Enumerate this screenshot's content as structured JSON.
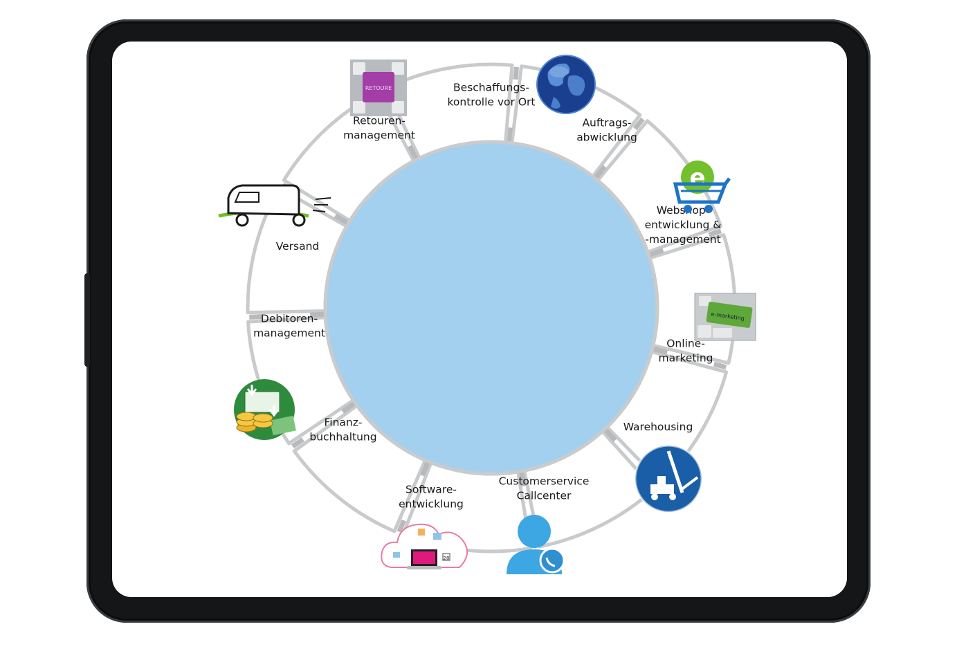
{
  "diagram": {
    "segments": [
      {
        "id": "beschaffung",
        "lines": [
          "Beschaffungs-",
          "kontrolle vor Ort"
        ],
        "icon": "globe-icon"
      },
      {
        "id": "auftrag",
        "lines": [
          "Auftrags-",
          "abwicklung"
        ],
        "icon": ""
      },
      {
        "id": "webshop",
        "lines": [
          "Webshop-",
          "entwicklung &",
          "-management"
        ],
        "icon": "shopping-cart-icon"
      },
      {
        "id": "online",
        "lines": [
          "Online-",
          "marketing"
        ],
        "icon": "e-marketing-key-icon"
      },
      {
        "id": "warehousing",
        "lines": [
          "Warehousing"
        ],
        "icon": "forklift-icon"
      },
      {
        "id": "customer",
        "lines": [
          "Customerservice",
          "Callcenter"
        ],
        "icon": "callcenter-person-icon"
      },
      {
        "id": "software",
        "lines": [
          "Software-",
          "entwicklung"
        ],
        "icon": "cloud-laptop-icon"
      },
      {
        "id": "finanz",
        "lines": [
          "Finanz-",
          "buchhaltung"
        ],
        "icon": "money-coins-icon"
      },
      {
        "id": "debitoren",
        "lines": [
          "Debitoren-",
          "management"
        ],
        "icon": ""
      },
      {
        "id": "versand",
        "lines": [
          "Versand"
        ],
        "icon": "delivery-van-icon"
      },
      {
        "id": "retouren",
        "lines": [
          "Retouren-",
          "management"
        ],
        "icon": "retoure-key-icon"
      }
    ],
    "key_labels": {
      "retoure": "RETOURE",
      "emarketing": "e-marketing",
      "calendar": "28"
    },
    "colors": {
      "center": "#a3d0ee",
      "ring": "#ffffff",
      "ring_border": "#c8cacc",
      "connector": "#b7b9bb",
      "globe": "#1e4fa8",
      "forklift": "#1a5ea8",
      "person": "#3da7e3",
      "cart_blue": "#1e73c8",
      "cart_green": "#6fbf2a",
      "emarketing_key": "#5ea83a",
      "retoure_key": "#a23ea6",
      "laptop": "#e0197d",
      "van_green": "#6fbf2a"
    }
  }
}
